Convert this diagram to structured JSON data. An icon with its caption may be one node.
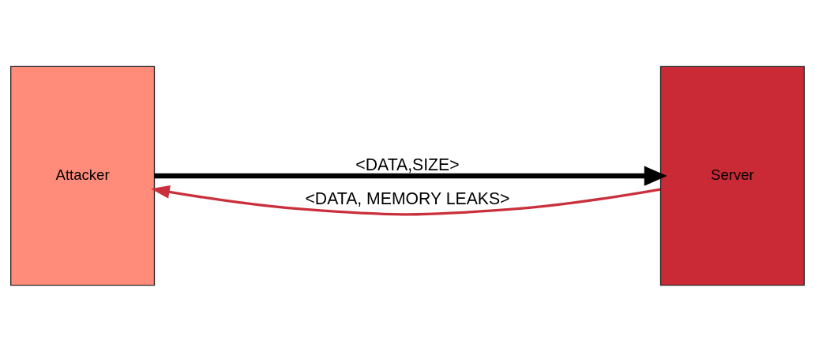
{
  "diagram": {
    "nodes": [
      {
        "text": [
          "Attacker"
        ]
      },
      {
        "text": [
          "Server"
        ]
      }
    ],
    "edges": [
      {
        "from": 0,
        "to": 1,
        "arrow": "to",
        "label": "<DATA,SIZE>",
        "style": "thick"
      },
      {
        "from": 1,
        "to": 0,
        "arrow": "to",
        "label": "<DATA, MEMORY LEAKS>",
        "color": "#c9303c"
      }
    ]
  }
}
